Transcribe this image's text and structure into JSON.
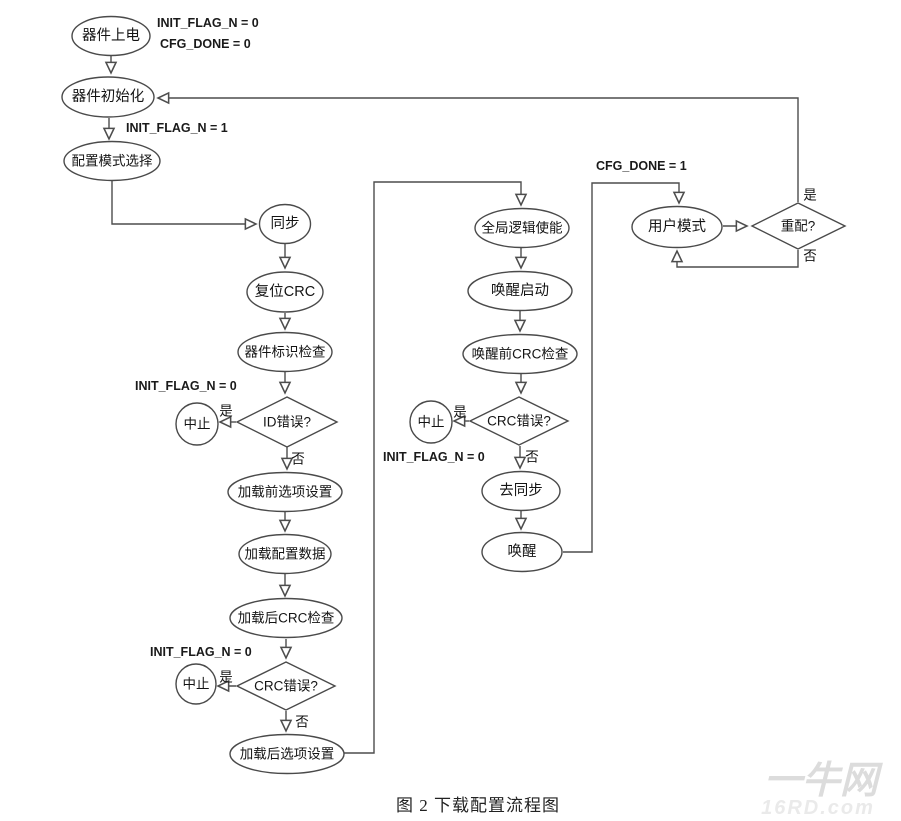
{
  "figure": {
    "caption": "图 2 下载配置流程图"
  },
  "watermark": {
    "brand": "一牛网",
    "domain": "16RD.com"
  },
  "colors": {
    "line": "#4d4d4d",
    "text": "#141414",
    "background": "#ffffff",
    "watermark_brand": "#dcdcdc",
    "watermark_domain": "#eaeaea"
  },
  "nodes": {
    "power_on": "器件上电",
    "device_init": "器件初始化",
    "mode_select": "配置模式选择",
    "sync": "同步",
    "reset_crc": "复位CRC",
    "device_id_check": "器件标识检查",
    "id_error": "ID错误?",
    "abort_1": "中止",
    "preload_options": "加载前选项设置",
    "load_config_data": "加载配置数据",
    "postload_crc_check": "加载后CRC检查",
    "crc_error_1": "CRC错误?",
    "abort_2": "中止",
    "postload_options": "加载后选项设置",
    "global_logic_enable": "全局逻辑使能",
    "wakeup_start": "唤醒启动",
    "prewake_crc_check": "唤醒前CRC检查",
    "crc_error_2": "CRC错误?",
    "abort_3": "中止",
    "desync": "去同步",
    "wakeup": "唤醒",
    "user_mode": "用户模式",
    "reconfig": "重配?"
  },
  "labels": {
    "init_flag_n_0": "INIT_FLAG_N = 0",
    "cfg_done_0": "CFG_DONE = 0",
    "init_flag_n_1": "INIT_FLAG_N = 1",
    "cfg_done_1": "CFG_DONE = 1",
    "yes": "是",
    "no": "否"
  }
}
